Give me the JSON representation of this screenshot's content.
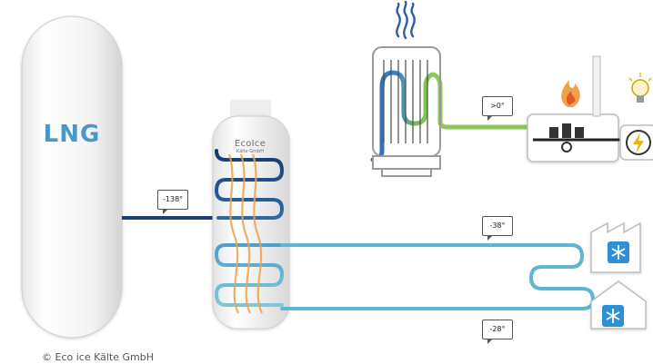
{
  "storage": {
    "label": "LNG"
  },
  "brand": {
    "line1": "EcoIce",
    "line2": "Kälte GmbH"
  },
  "temperatures": {
    "lng_outlet": "-138°",
    "gas_heated": ">0°",
    "cold_loop_supply": "-38°",
    "cold_loop_return": "-28°"
  },
  "copyright": "© Eco ice Kälte GmbH",
  "icons": [
    "heat-flame-icon",
    "fire-icon",
    "chimney-icon",
    "lightbulb-icon",
    "lightning-icon",
    "snowflake-icon"
  ],
  "colors": {
    "lng_pipe": "#1b3f77",
    "gas_pipe": "#2f67a8",
    "warm_pipe": "#7ac04f",
    "cold_pipe": "#5fb6d2",
    "heat": "#f0a24a",
    "brand_text": "#4b97c9"
  }
}
